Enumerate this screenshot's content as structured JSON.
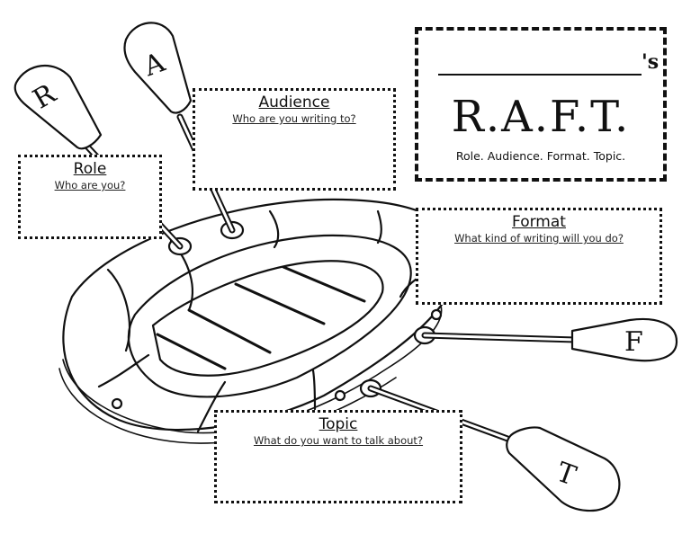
{
  "title_card": {
    "suffix": "'s",
    "acronym": "R.A.F.T.",
    "subtitle": "Role. Audience. Format. Topic."
  },
  "boxes": {
    "role": {
      "heading": "Role",
      "prompt": "Who are you?"
    },
    "audience": {
      "heading": "Audience",
      "prompt": "Who are you writing to?"
    },
    "format": {
      "heading": "Format",
      "prompt": "What kind of writing will you do?"
    },
    "topic": {
      "heading": "Topic",
      "prompt": "What do you want to talk about?"
    }
  },
  "oar_letters": {
    "r": "R",
    "a": "A",
    "f": "F",
    "t": "T"
  }
}
